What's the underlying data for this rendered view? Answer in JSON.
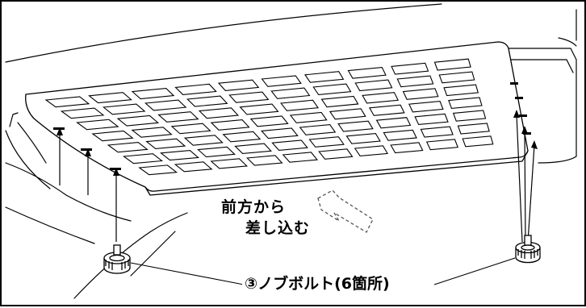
{
  "instruction": {
    "direction_line1": "前方から",
    "direction_line2": "差し込む"
  },
  "callout": {
    "label": "③ノブボルト(6箇所)"
  },
  "colors": {
    "line": "#000000",
    "background": "#ffffff",
    "arrow_dashed": "#555555"
  }
}
